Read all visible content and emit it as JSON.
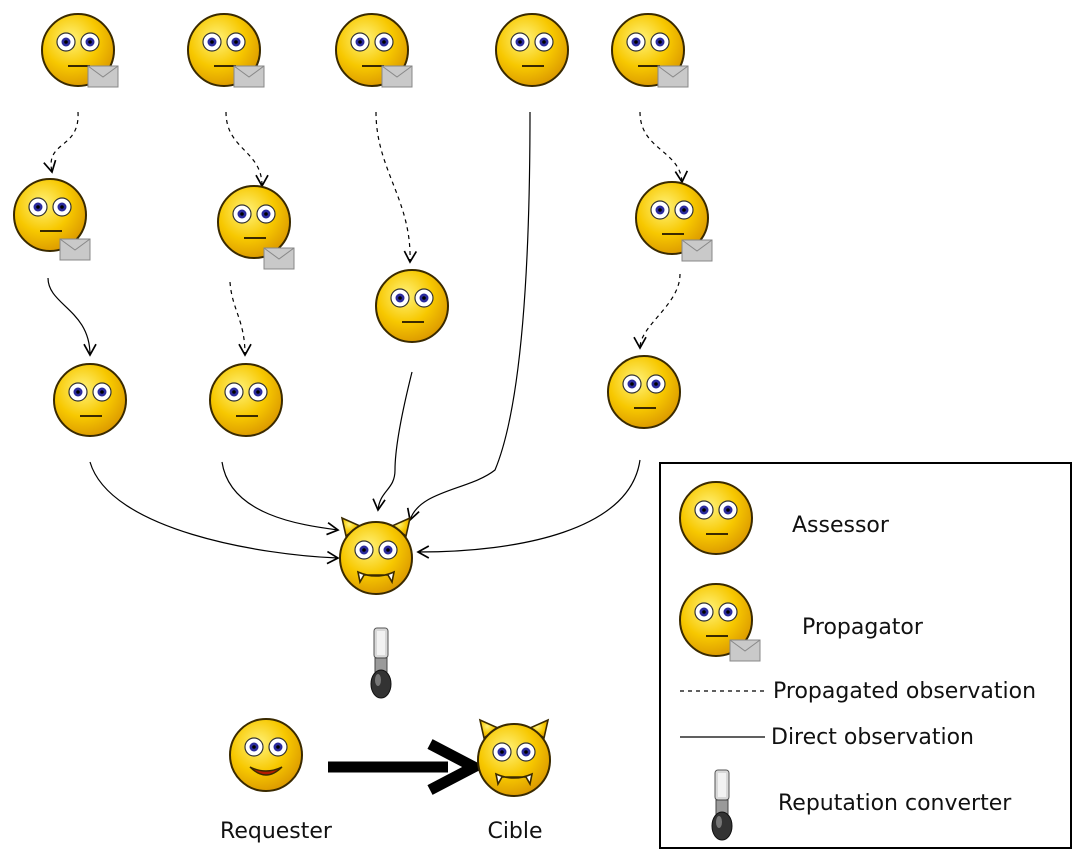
{
  "legend": {
    "assessor": "Assessor",
    "propagator": "Propagator",
    "propagated_observation": "Propagated observation",
    "direct_observation": "Direct observation",
    "reputation_converter": "Reputation converter"
  },
  "bottom": {
    "requester": "Requester",
    "cible": "Cible"
  },
  "icons": {
    "face": "neutral-face-icon",
    "envelope": "envelope-icon",
    "devil": "devil-face-icon",
    "smile": "smiling-face-icon",
    "microphone": "microphone-icon"
  },
  "colors": {
    "face_fill": "#f5c400",
    "face_stroke": "#3a2a00",
    "envelope": "#c9c9c9",
    "arrow": "#000000"
  }
}
